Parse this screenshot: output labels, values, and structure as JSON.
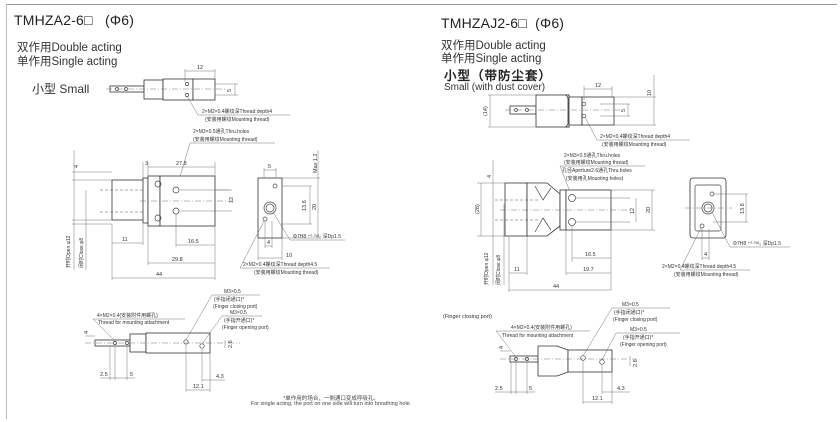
{
  "left_panel": {
    "model": "TMHZA2-6□",
    "bore": "(Φ6)",
    "double_acting": "双作用Double acting",
    "single_acting": "单作用Single acting",
    "size_label": "小型 Small",
    "dims": {
      "top_width": "12",
      "top_height": "5",
      "side_3": "3",
      "side_27_8": "27.8",
      "side_12": "12",
      "side_11": "11",
      "side_16_5": "16.5",
      "side_29_8": "29.8",
      "side_44": "44",
      "side_4": "4",
      "end_5": "5",
      "end_13_6": "13.6",
      "end_20": "20",
      "end_4": "4",
      "end_10": "10",
      "end_max": "Max 1.2",
      "bottom_4": "4",
      "bottom_2_5": "2.5",
      "bottom_5": "5",
      "bottom_2_6": "2.6",
      "bottom_12_1": "12.1",
      "bottom_4_3": "4.3"
    },
    "open_label": "开时Open φ12",
    "close_label": "闭时Close φ8",
    "notes": {
      "thread_depth4_a": "2×M2×0.4螺纹深Thread depth4",
      "thread_depth4_b": "(安装用螺纹Mounting thread)",
      "thru_holes_a": "2×M3×0.5通孔Thru.holes",
      "thru_holes_b": "(安装用螺纹Mounting thread)",
      "pin_hole": "Φ7H8 ⁺⁰·⁰²²₀ 深Dp1.5",
      "thread_depth45_a": "2×M2×0.4螺纹深Thread depth4.5",
      "thread_depth45_b": "(安装用螺纹Mounting thread)",
      "attach_a": "4×M2×0.4(安装附件用螺孔)",
      "attach_b": "Thread for mounting attachment",
      "closing_a": "M3×0.5",
      "closing_b": "(手指闭通口)*",
      "closing_c": "(Finger closing port)",
      "opening_a": "M3×0.5",
      "opening_b": "(手指开通口)*",
      "opening_c": "(Finger opening port)"
    },
    "footnote_cn": "*单作用的场合，一侧通口变成呼吸孔。",
    "footnote_en": "For single acting, the port on one side will turn into breathing hole."
  },
  "right_panel": {
    "model": "TMHZAJ2-6□",
    "bore": "(Φ6)",
    "double_acting": "双作用Double acting",
    "single_acting": "单作用Single acting",
    "size_label_cn": "小型（带防尘套）",
    "size_label_en": "Small (with dust cover)",
    "dims": {
      "top_14": "(14)",
      "top_12": "12",
      "top_5": "5",
      "top_10": "10",
      "side_4": "4",
      "side_28": "(28)",
      "side_12": "12",
      "side_20": "20",
      "side_16_5": "16.5",
      "side_11": "11",
      "side_19_7": "19.7",
      "side_44": "44",
      "end_13_6": "13.6",
      "end_4": "4",
      "bottom_4": "4",
      "bottom_2_6": "2.6",
      "bottom_2_5": "2.5",
      "bottom_5": "5",
      "bottom_4_3": "4.3",
      "bottom_12_1": "12.1"
    },
    "open_label": "开时Open φ12",
    "close_label": "闭时Close φ8",
    "notes": {
      "thread_depth4_a": "2×M2×0.4螺纹深Thread depth4",
      "thread_depth4_b": "(安装用螺纹Mounting thread)",
      "thru_holes_a": "2×M3×0.5通孔Thru.holes",
      "thru_holes_b": "(安装用螺纹Mounting thread)",
      "aperture_a": "孔径Aperture2.6通孔Thru.holes",
      "aperture_b": "(安装用孔Mounting holes)",
      "pin_hole": "Φ7H8 ⁺⁰·⁰²²₀ 深Dp1.5",
      "thread_depth45_a": "2×M2×0.4螺纹深Thread depth4.5",
      "thread_depth45_b": "(安装用螺纹Mounting thread)",
      "finger_closing_top": "(Finger closing port)",
      "attach_a": "4×M2×0.4(安装附件用螺孔)",
      "attach_b": "Thread for mounting attachment",
      "closing_a": "M3×0.5",
      "closing_b": "(手指闭通口)*",
      "closing_c": "(Finger closing port)",
      "opening_a": "M3×0.5",
      "opening_b": "(手指开通口)*",
      "opening_c": "(Finger opening port)"
    }
  }
}
